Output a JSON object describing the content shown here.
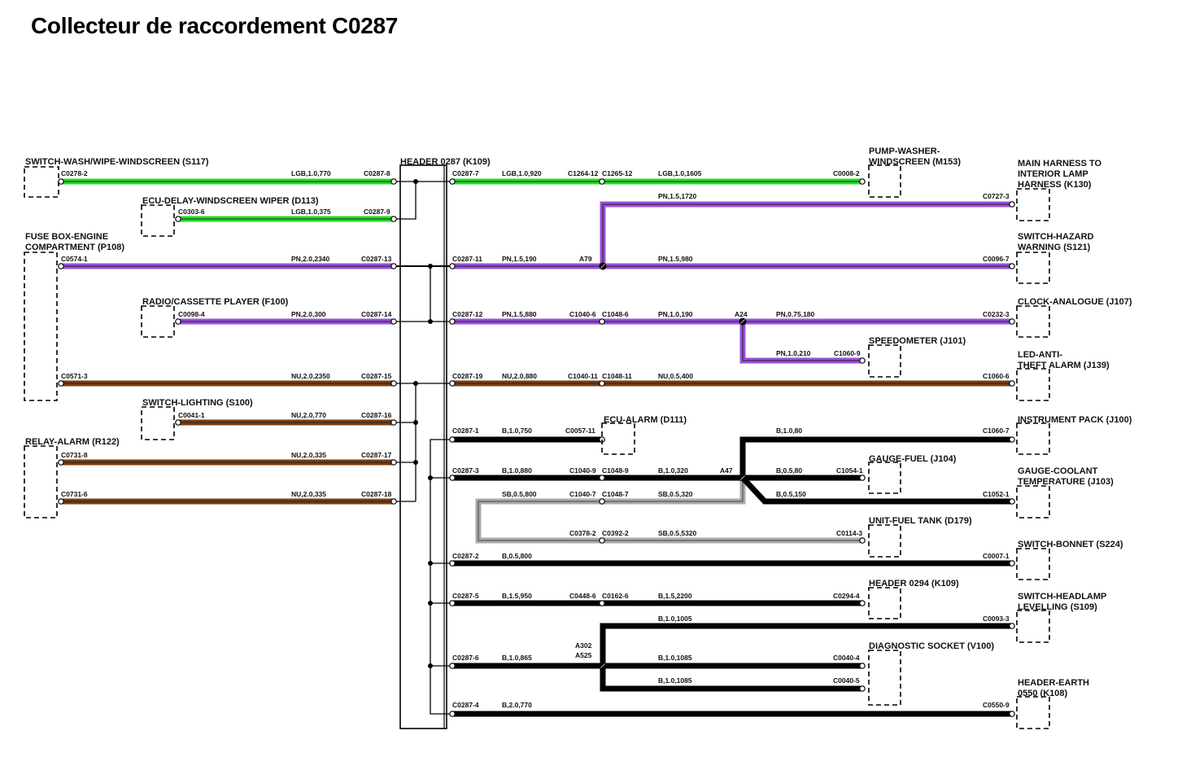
{
  "title": "Collecteur de raccordement C0287",
  "colors": {
    "green": "#22dd22",
    "purple": "#9b4fdc",
    "brown": "#7a3d12",
    "grey": "#aaaaaa",
    "black": "#000000"
  },
  "components": [
    {
      "id": "S117",
      "lines": [
        "SWITCH-WASH/WIPE-WINDSCREEN (S117)"
      ]
    },
    {
      "id": "D113",
      "lines": [
        "ECU-DELAY-WINDSCREEN WIPER (D113)"
      ]
    },
    {
      "id": "P108",
      "lines": [
        "FUSE BOX-ENGINE",
        "COMPARTMENT (P108)"
      ]
    },
    {
      "id": "F100",
      "lines": [
        "RADIO/CASSETTE PLAYER (F100)"
      ]
    },
    {
      "id": "S100",
      "lines": [
        "SWITCH-LIGHTING (S100)"
      ]
    },
    {
      "id": "R122",
      "lines": [
        "RELAY-ALARM (R122)"
      ]
    },
    {
      "id": "K109",
      "lines": [
        "HEADER 0287 (K109)"
      ]
    },
    {
      "id": "M153",
      "lines": [
        "PUMP-WASHER-",
        "WINDSCREEN (M153)"
      ]
    },
    {
      "id": "K130",
      "lines": [
        "MAIN HARNESS TO",
        "INTERIOR LAMP",
        "HARNESS (K130)"
      ]
    },
    {
      "id": "S121",
      "lines": [
        "SWITCH-HAZARD",
        "WARNING (S121)"
      ]
    },
    {
      "id": "J107",
      "lines": [
        "CLOCK-ANALOGUE (J107)"
      ]
    },
    {
      "id": "J101",
      "lines": [
        "SPEEDOMETER (J101)"
      ]
    },
    {
      "id": "J139",
      "lines": [
        "LED-ANTI-",
        "THEFT ALARM (J139)"
      ]
    },
    {
      "id": "D111",
      "lines": [
        "ECU-ALARM (D111)"
      ]
    },
    {
      "id": "J100",
      "lines": [
        "INSTRUMENT PACK (J100)"
      ]
    },
    {
      "id": "J104",
      "lines": [
        "GAUGE-FUEL (J104)"
      ]
    },
    {
      "id": "J103",
      "lines": [
        "GAUGE-COOLANT",
        "TEMPERATURE (J103)"
      ]
    },
    {
      "id": "D179",
      "lines": [
        "UNIT-FUEL TANK (D179)"
      ]
    },
    {
      "id": "S224",
      "lines": [
        "SWITCH-BONNET (S224)"
      ]
    },
    {
      "id": "K109b",
      "lines": [
        "HEADER 0294 (K109)"
      ]
    },
    {
      "id": "S109",
      "lines": [
        "SWITCH-HEADLAMP",
        "LEVELLING (S109)"
      ]
    },
    {
      "id": "V100",
      "lines": [
        "DIAGNOSTIC SOCKET (V100)"
      ]
    },
    {
      "id": "K108",
      "lines": [
        "HEADER-EARTH",
        "0550 (K108)"
      ]
    }
  ],
  "wires": [
    {
      "color": "green",
      "labels": [
        "C0278-2",
        "LGB,1.0,770",
        "C0287-8"
      ]
    },
    {
      "color": "green",
      "labels": [
        "C0303-6",
        "LGB,1.0,375",
        "C0287-9"
      ]
    },
    {
      "color": "purple",
      "labels": [
        "C0574-1",
        "PN,2.0,2340",
        "C0287-13"
      ]
    },
    {
      "color": "purple",
      "labels": [
        "C0098-4",
        "PN,2.0,300",
        "C0287-14"
      ]
    },
    {
      "color": "brown",
      "labels": [
        "C0571-3",
        "NU,2.0,2350",
        "C0287-15"
      ]
    },
    {
      "color": "brown",
      "labels": [
        "C0041-1",
        "NU,2.0,770",
        "C0287-16"
      ]
    },
    {
      "color": "brown",
      "labels": [
        "C0731-8",
        "NU,2.0,335",
        "C0287-17"
      ]
    },
    {
      "color": "brown",
      "labels": [
        "C0731-6",
        "NU,2.0,335",
        "C0287-18"
      ]
    },
    {
      "color": "green",
      "labels": [
        "C0287-7",
        "LGB,1.0,920",
        "C1264-12",
        "C1265-12",
        "LGB,1.0,1605",
        "C0008-2"
      ]
    },
    {
      "color": "purple",
      "labels": [
        "PN,1.5,1720",
        "C0727-3"
      ]
    },
    {
      "color": "purple",
      "labels": [
        "C0287-11",
        "PN,1.5,190",
        "A79",
        "PN,1.5,980",
        "C0096-7"
      ]
    },
    {
      "color": "purple",
      "labels": [
        "C0287-12",
        "PN,1.5,880",
        "C1040-6",
        "C1048-6",
        "PN,1.0,190",
        "A24",
        "PN,0.75,180",
        "C0232-3"
      ]
    },
    {
      "color": "purple",
      "labels": [
        "PN,1.0,210",
        "C1060-9"
      ]
    },
    {
      "color": "brown",
      "labels": [
        "C0287-19",
        "NU,2.0,880",
        "C1040-11",
        "C1048-11",
        "NU,0.5,400",
        "C1060-6"
      ]
    },
    {
      "color": "black",
      "labels": [
        "C0287-1",
        "B,1.0,750",
        "C0057-11"
      ]
    },
    {
      "color": "black",
      "labels": [
        "B,1.0,80",
        "C1060-7"
      ]
    },
    {
      "color": "black",
      "labels": [
        "C0287-3",
        "B,1.0,880",
        "C1040-9",
        "C1048-9",
        "B,1.0,320",
        "A47",
        "B,0.5,80",
        "C1054-1"
      ]
    },
    {
      "color": "black",
      "labels": [
        "B,0.5,150",
        "C1052-1"
      ]
    },
    {
      "color": "grey",
      "labels": [
        "SB,0.5,800",
        "C1040-7",
        "C1048-7",
        "SB,0.5,320"
      ]
    },
    {
      "color": "grey",
      "labels": [
        "C0378-2",
        "C0392-2",
        "SB,0.5,5320",
        "C0114-3"
      ]
    },
    {
      "color": "black",
      "labels": [
        "C0287-2",
        "B,0.5,800",
        "C0007-1"
      ]
    },
    {
      "color": "black",
      "labels": [
        "C0287-5",
        "B,1.5,950",
        "C0448-6",
        "C0162-6",
        "B,1.5,2200",
        "C0294-4"
      ]
    },
    {
      "color": "black",
      "labels": [
        "B,1.0,1005",
        "C0093-3"
      ]
    },
    {
      "color": "black",
      "labels": [
        "C0287-6",
        "B,1.0,865",
        "A302",
        "A525",
        "B,1.0,1085",
        "C0040-4"
      ]
    },
    {
      "color": "black",
      "labels": [
        "B,1.0,1085",
        "C0040-5"
      ]
    },
    {
      "color": "black",
      "labels": [
        "C0287-4",
        "B,2.0,770",
        "C0550-9"
      ]
    }
  ]
}
